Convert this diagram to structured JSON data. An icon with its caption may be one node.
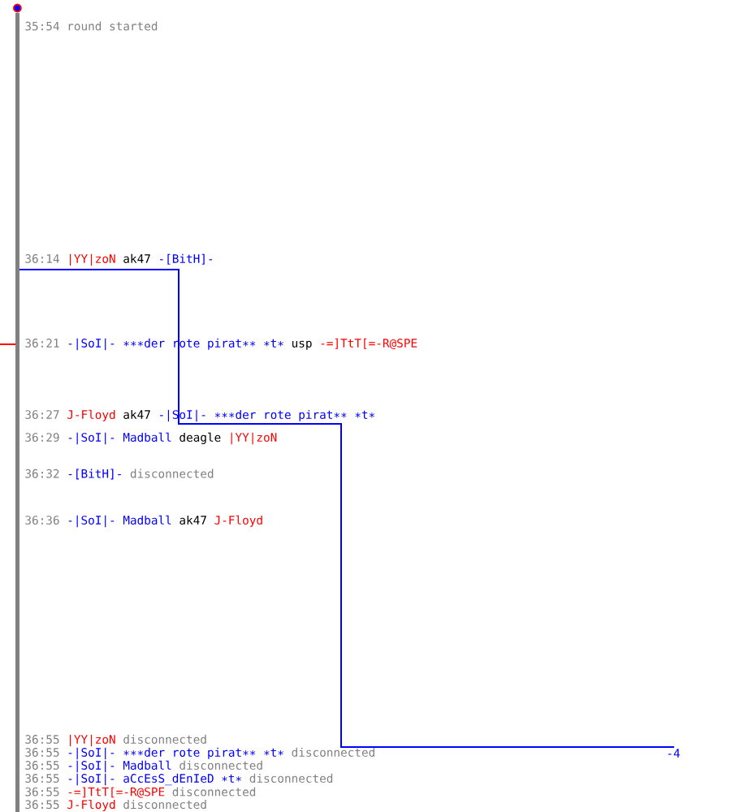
{
  "diagram": {
    "labels": [
      "35:54",
      "round started",
      "36:14",
      "|YY|zoN",
      "ak47",
      "-[BitH]-",
      "36:21",
      "-|SoI|- ∗∗∗der rote pirat∗∗ ∗t∗",
      "usp",
      "-=]TtT[=-R@SPE",
      "36:27",
      "J-Floyd",
      "ak47",
      "-|SoI|- ∗∗∗der rote pirat∗∗ ∗t∗",
      "36:29",
      "-|SoI|- Madball",
      "deagle",
      "|YY|zoN",
      "36:32",
      "-[BitH]-",
      "disconnected",
      "36:36",
      "-|SoI|- Madball",
      "ak47",
      "J-Floyd",
      "-4",
      "36:55",
      "|YY|zoN",
      "disconnected",
      "36:55",
      "-|SoI|- ∗∗∗der rote pirat∗∗ ∗t∗",
      "disconnected",
      "36:55",
      "-|SoI|- Madball",
      "disconnected",
      "36:55",
      "-|SoI|- aCcEsS_dEnIeD ∗t∗",
      "disconnected",
      "36:55",
      "-=]TtT[=-R@SPE",
      "disconnected",
      "36:55",
      "J-Floyd",
      "disconnected"
    ]
  }
}
